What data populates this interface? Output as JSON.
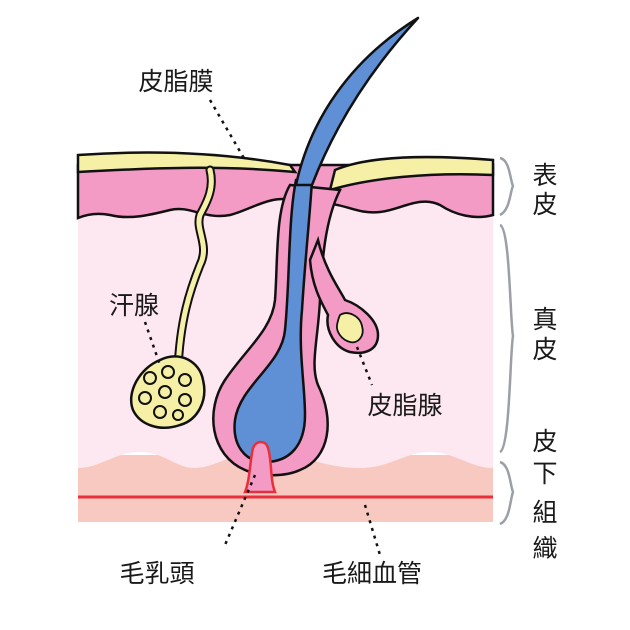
{
  "labels": {
    "sebum_film": "皮脂膜",
    "sweat_gland": "汗腺",
    "sebaceous_gland": "皮脂腺",
    "hair_papilla": "毛乳頭",
    "capillary": "毛細血管"
  },
  "layers": {
    "epidermis": [
      "表",
      "皮"
    ],
    "dermis": [
      "真",
      "皮"
    ],
    "subcutis": [
      "皮",
      "下",
      "組",
      "織"
    ]
  },
  "colors": {
    "sebum": "#f5f0a6",
    "epidermis": "#f39ac5",
    "dermis": "#fde8f1",
    "subcutis": "#f8c9c0",
    "hair": "#5f8fd4",
    "capillary": "#e8303a",
    "outline": "#111111",
    "bracket": "#9aa0a6"
  }
}
